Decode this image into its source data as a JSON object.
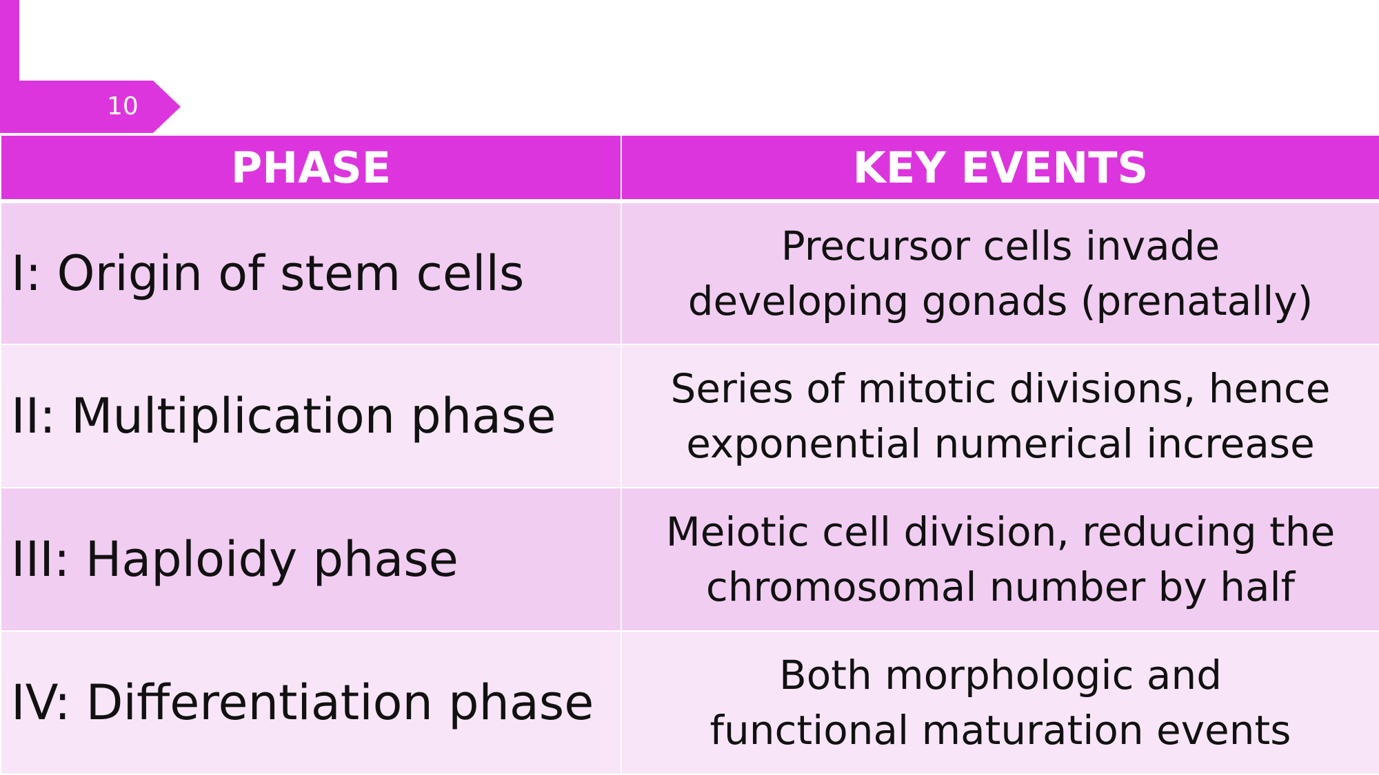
{
  "slide": {
    "number": "10",
    "accent_color": "#dd35dd",
    "row_light_color": "#f8e6f8",
    "row_dark_color": "#f2cdf2"
  },
  "table": {
    "headers": {
      "phase": "PHASE",
      "key_events": "KEY EVENTS"
    },
    "rows": [
      {
        "phase": "I: Origin of stem cells",
        "events": [
          "Precursor cells invade",
          "developing gonads (prenatally)"
        ]
      },
      {
        "phase": "II: Multiplication phase",
        "events": [
          "Series of mitotic divisions, hence",
          "exponential numerical increase"
        ]
      },
      {
        "phase": "III: Haploidy phase",
        "events": [
          "Meiotic cell division, reducing the",
          "chromosomal number by half"
        ]
      },
      {
        "phase": "IV: Differentiation phase",
        "events": [
          "Both morphologic and",
          "functional maturation events"
        ]
      }
    ]
  }
}
